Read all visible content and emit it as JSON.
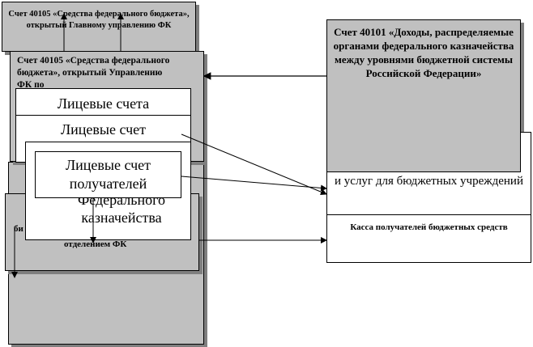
{
  "boxes": {
    "acct40105_top": "Счет 40105 «Средства федерального бюджета», открытый Главному управлению ФК",
    "acct40105_mid": "Счет 40105 «Средства федерального бюджета», открытый Управлению ФК по",
    "acct40101": "Счет 40101 «Доходы, распределяемые органами федерального казначейства между уровнями бюджетной системы Российской Федерации»",
    "lic_accounts": "Лицевые счета",
    "lic_account": "Лицевые счет",
    "lic_recipients": "Лицевые счет получателей",
    "federal_treasury": "Федерального казначейства",
    "treasury_dept_left": "би",
    "treasury_dept": "отделением ФК",
    "goods_services": "и услуг для бюджетных учреждений",
    "recipients_cash": "Касса получателей бюджетных средств"
  }
}
